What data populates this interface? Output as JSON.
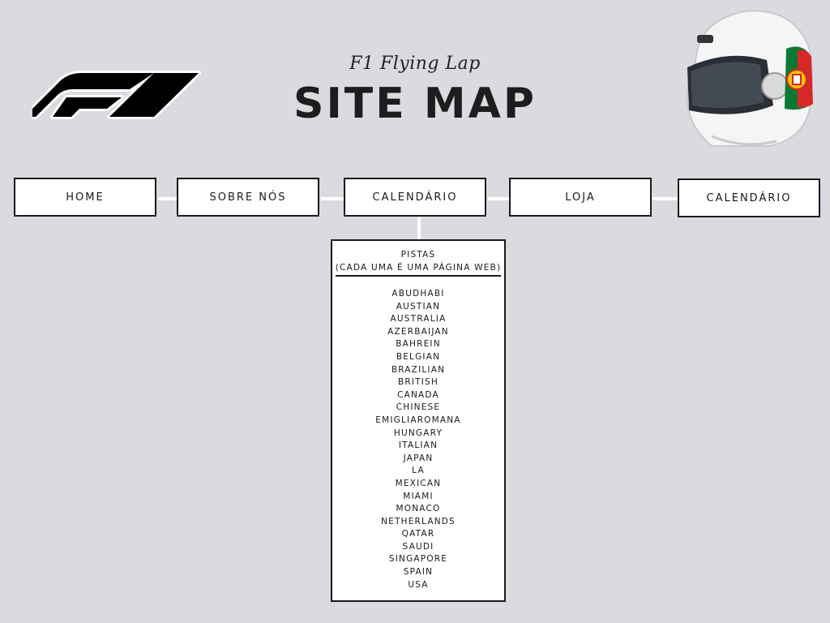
{
  "header": {
    "subtitle": "F1 Flying Lap",
    "title": "SITE MAP"
  },
  "logo": {
    "name": "f1-logo-icon",
    "color": "#000000"
  },
  "helmet": {
    "name": "helmet-icon",
    "flag": "portugal-flag",
    "colors": [
      "#ffffff",
      "#d62828",
      "#0a7a33",
      "#f4c400"
    ]
  },
  "nav": [
    {
      "label": "HOME"
    },
    {
      "label": "SOBRE NÓS"
    },
    {
      "label": "CALENDÁRIO"
    },
    {
      "label": "LOJA"
    },
    {
      "label": "CALENDÁRIO"
    }
  ],
  "pistas": {
    "title": "PISTAS",
    "subtitle": "(CADA UMA É UMA PÁGINA WEB)",
    "tracks": [
      "ABUDHABI",
      "AUSTIAN",
      "AUSTRALIA",
      "AZERBAIJAN",
      "BAHREIN",
      "BELGIAN",
      "BRAZILIAN",
      "BRITISH",
      "CANADA",
      "CHINESE",
      "EMIGLIAROMANA",
      "HUNGARY",
      "ITALIAN",
      "JAPAN",
      "LA",
      "MEXICAN",
      "MIAMI",
      "MONACO",
      "NETHERLANDS",
      "QATAR",
      "SAUDI",
      "SINGAPORE",
      "SPAIN",
      "USA"
    ]
  },
  "colors": {
    "background": "#dadbe0",
    "box_border": "#1a1a1a",
    "connector": "#ffffff"
  }
}
